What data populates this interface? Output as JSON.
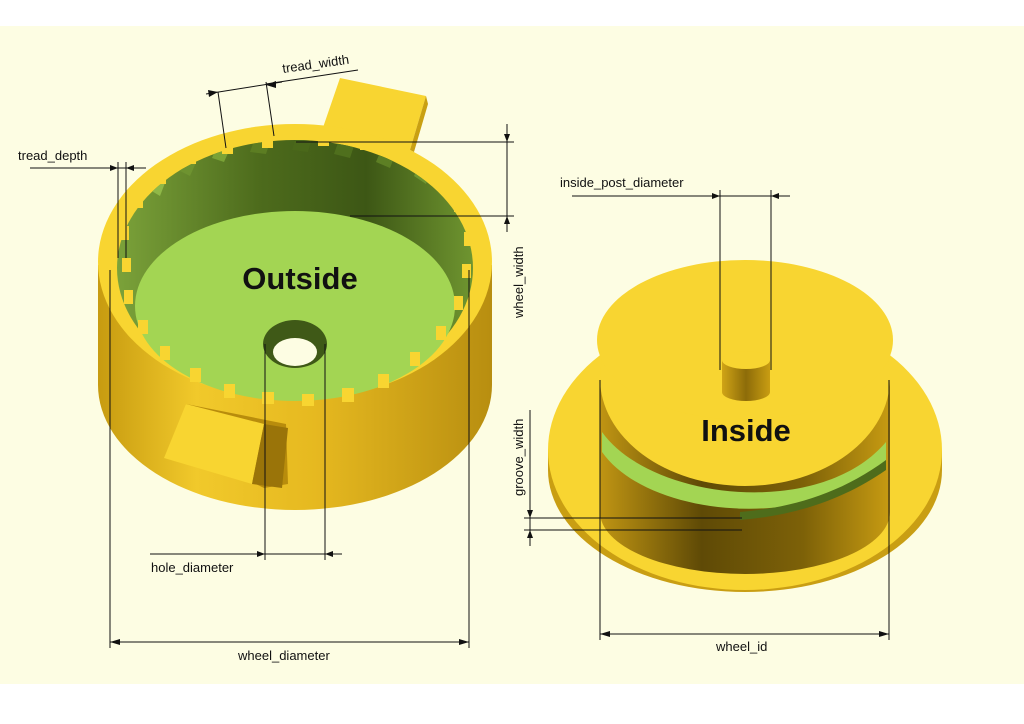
{
  "colors": {
    "background": "#fdfde3",
    "yellow": "#f8d531",
    "yellow_shadow": "#d7ad17",
    "yellow_dark": "#a98210",
    "green": "#a3d553",
    "green_dark": "#5a7a22",
    "green_darker": "#3e5816"
  },
  "outside_part": {
    "title": "Outside",
    "labels": {
      "tread_width": "tread_width",
      "tread_depth": "tread_depth",
      "wheel_width": "wheel_width",
      "hole_diameter": "hole_diameter",
      "wheel_diameter": "wheel_diameter"
    }
  },
  "inside_part": {
    "title": "Inside",
    "labels": {
      "inside_post_diameter": "inside_post_diameter",
      "groove_width": "groove_width",
      "wheel_id": "wheel_id"
    }
  }
}
